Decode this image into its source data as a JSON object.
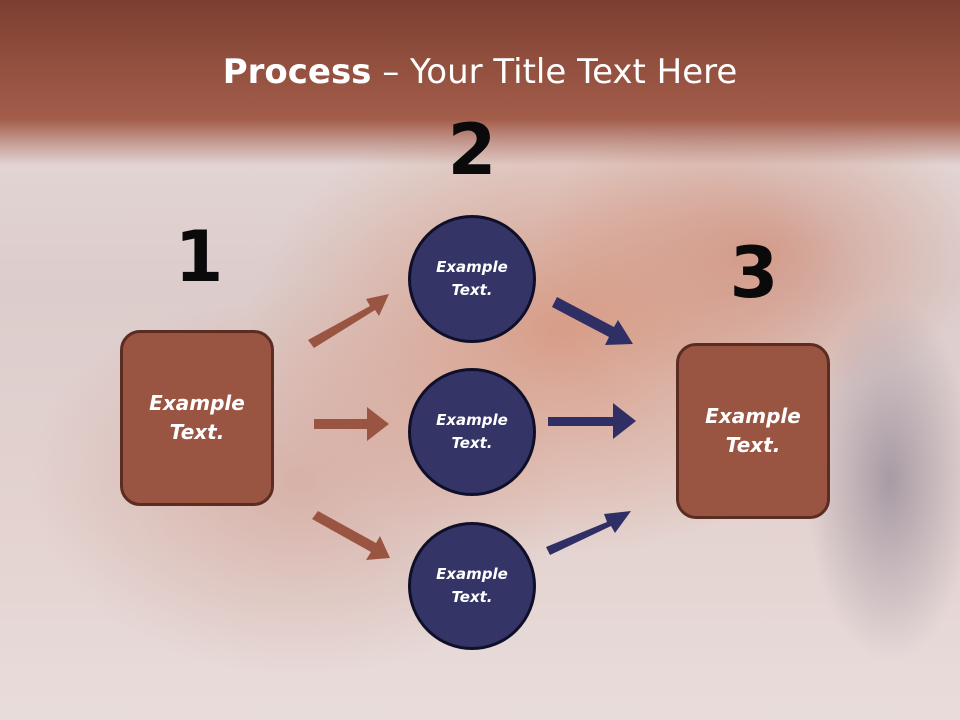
{
  "slide": {
    "title_bold": "Process",
    "title_rest": " – Your Title Text Here"
  },
  "steps": [
    {
      "number": "1",
      "box_text": "Example Text."
    },
    {
      "number": "2",
      "circles": [
        "Example Text.",
        "Example Text.",
        "Example Text."
      ]
    },
    {
      "number": "3",
      "box_text": "Example Text."
    }
  ],
  "colors": {
    "title_band": "#93503f",
    "box_fill": "#9a5442",
    "box_border": "#5a2c22",
    "circle_fill": "#343566",
    "circle_border": "#0f0f2a",
    "arrow_left": "#9a5442",
    "arrow_right": "#2f2f66"
  }
}
